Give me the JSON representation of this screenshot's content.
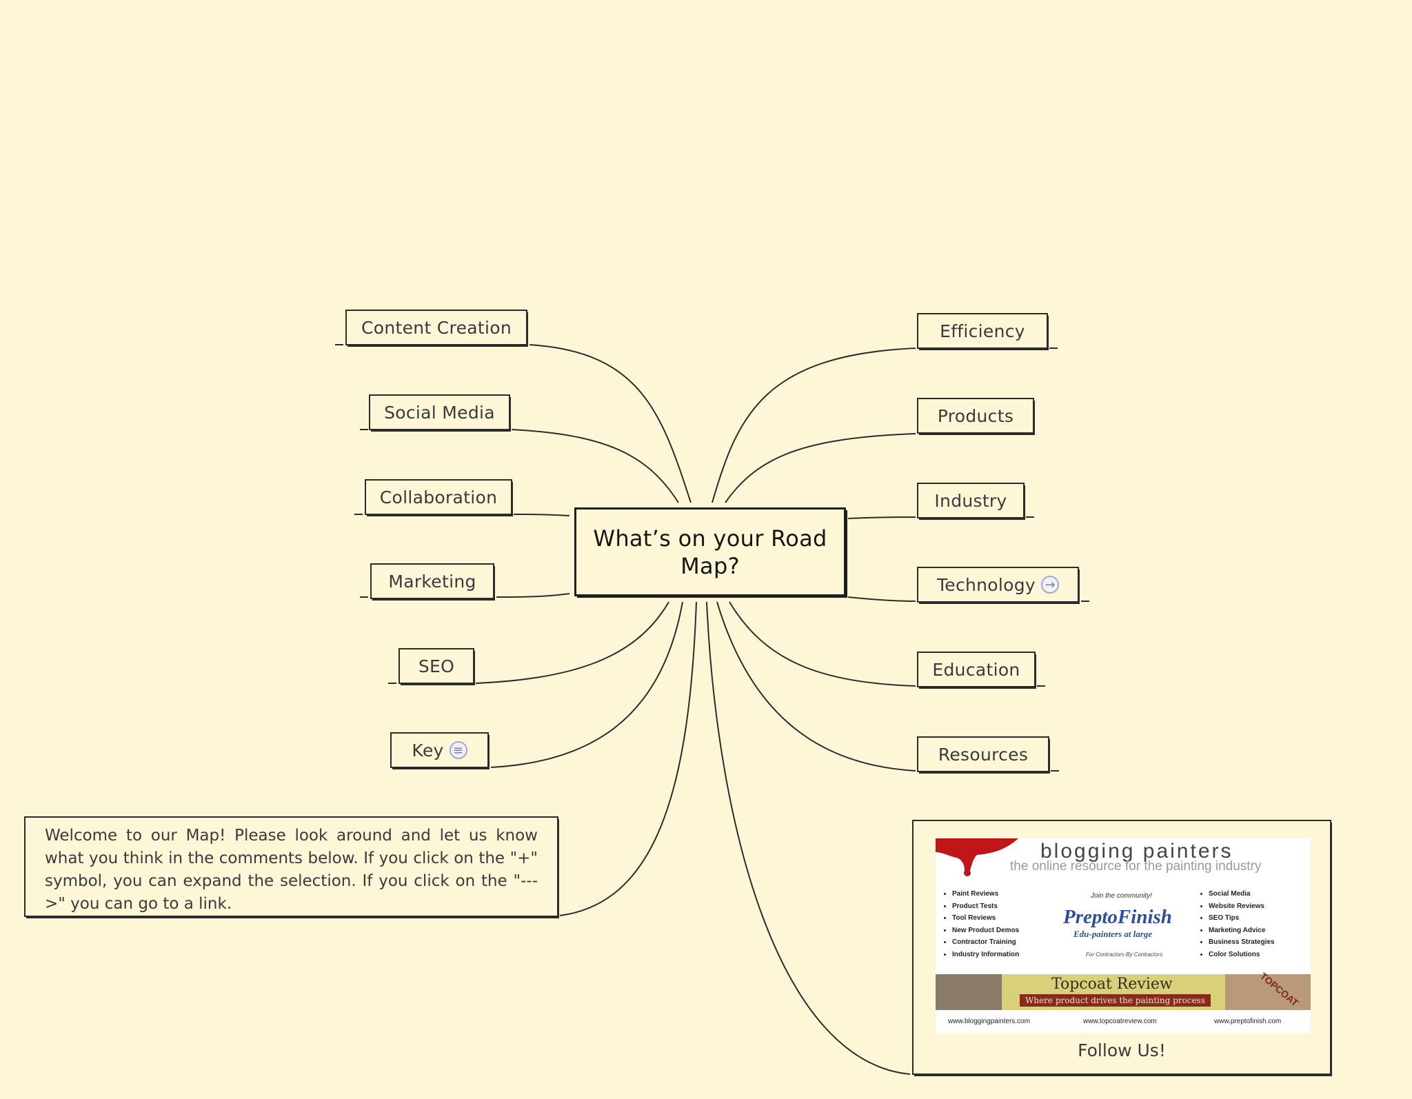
{
  "center": {
    "title": "What’s on your Road Map?"
  },
  "left_topics": [
    {
      "label": "Content Creation"
    },
    {
      "label": "Social Media"
    },
    {
      "label": "Collaboration"
    },
    {
      "label": "Marketing"
    },
    {
      "label": "SEO"
    },
    {
      "label": "Key",
      "badge_icon": "notes-icon"
    }
  ],
  "right_topics": [
    {
      "label": "Efficiency"
    },
    {
      "label": "Products"
    },
    {
      "label": "Industry"
    },
    {
      "label": "Technology",
      "badge_icon": "link-arrow-icon"
    },
    {
      "label": "Education"
    },
    {
      "label": "Resources"
    }
  ],
  "welcome_note": "Welcome to our Map! Please look around and let us know what you think in the comments below. If you click on the \"+\" symbol, you can expand the selection. If you click on the \"--->\" you can go to a link.",
  "follow": {
    "caption": "Follow Us!",
    "banner": {
      "title": "blogging painters",
      "subtitle": "the online resource for the painting industry",
      "left_list": [
        "Paint Reviews",
        "Product Tests",
        "Tool Reviews",
        "New Product Demos",
        "Contractor Training",
        "Industry Information"
      ],
      "right_list": [
        "Social Media",
        "Website Reviews",
        "SEO Tips",
        "Marketing Advice",
        "Business Strategies",
        "Color Solutions"
      ],
      "join": "Join the community!",
      "logo": "PreptoFinish",
      "logo_sub": "Edu-painters at large",
      "logo_tag": "For Contractors-By Contractors",
      "topcoat_title": "Topcoat Review",
      "topcoat_sub": "Where product drives the painting process",
      "topcoat_stamp": "TOPCOAT",
      "urls": [
        "www.bloggingpainters.com",
        "www.topcoatreview.com",
        "www.preptofinish.com"
      ]
    }
  },
  "colors": {
    "background": "#fdf7d8",
    "stroke": "#2b2b2b",
    "badge": "#9fa7d9"
  }
}
